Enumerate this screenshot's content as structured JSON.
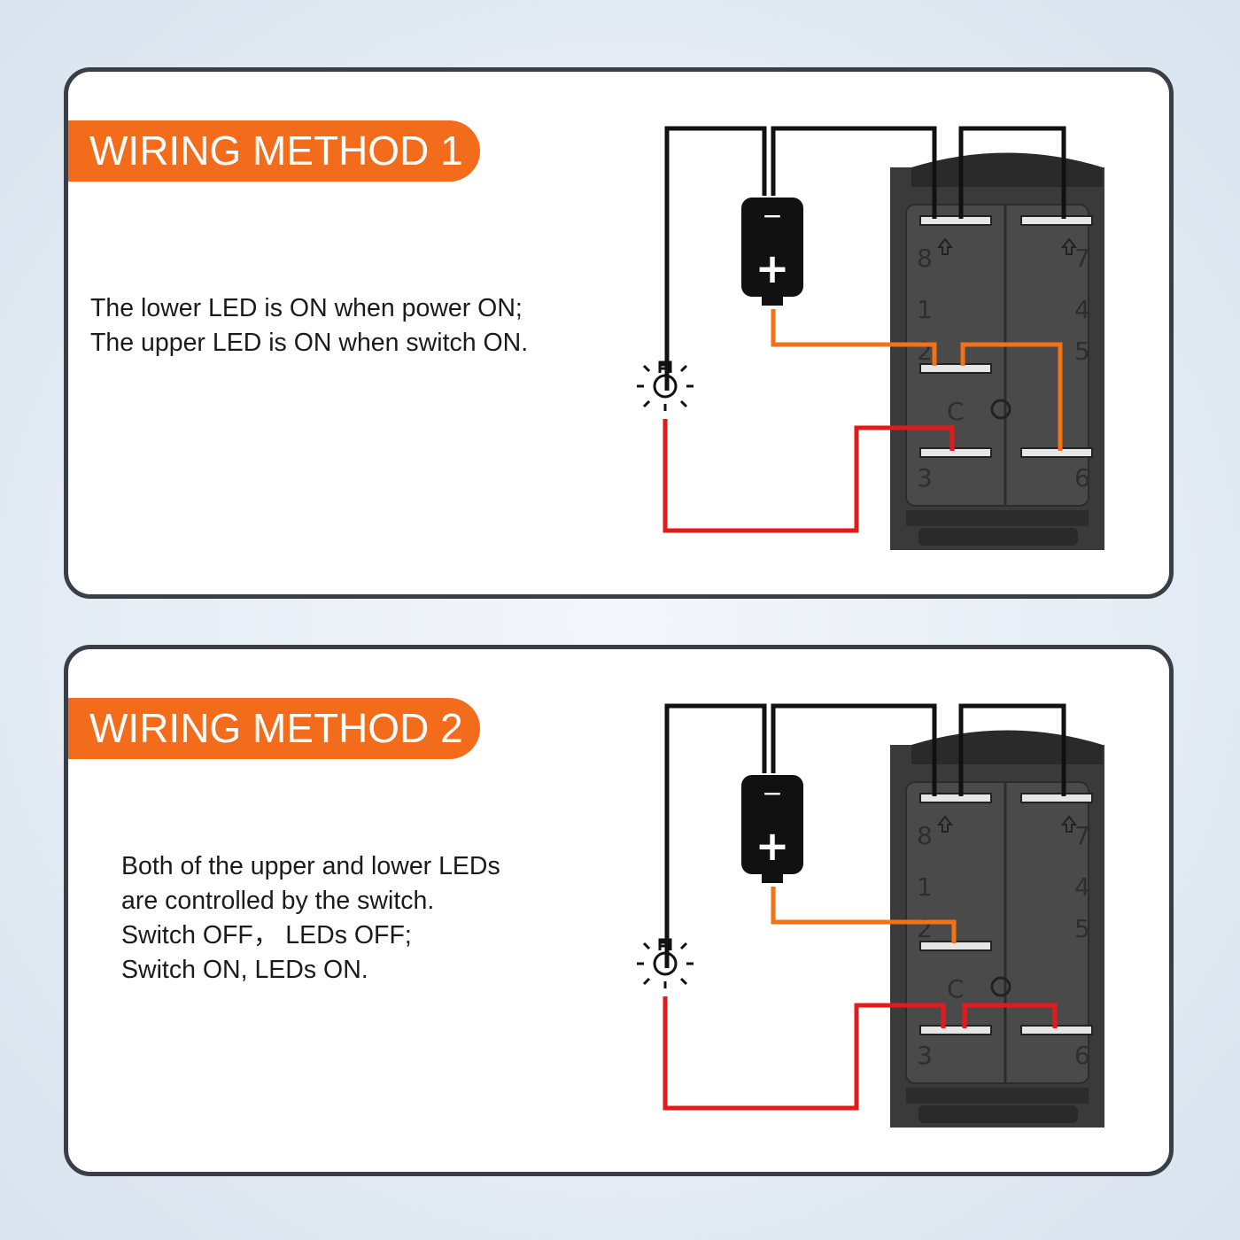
{
  "methods": [
    {
      "title": "WIRING METHOD 1",
      "description": [
        "The lower LED is ON when power ON;",
        "The upper LED is ON when switch ON."
      ]
    },
    {
      "title": "WIRING METHOD 2",
      "description": [
        "Both of the upper and lower LEDs",
        "are controlled by the switch.",
        "Switch OFF，  LEDs OFF;",
        "Switch ON, LEDs ON."
      ]
    }
  ],
  "switch_pins": {
    "p8": "8",
    "p7": "7",
    "p1": "1",
    "p4": "4",
    "p2": "2",
    "p5": "5",
    "pc": "C",
    "p3": "3",
    "p6": "6"
  },
  "battery": {
    "negative": "−",
    "positive": "+"
  },
  "colors": {
    "accent_orange": "#f26c1b",
    "wire_black": "#111111",
    "wire_orange": "#f37216",
    "wire_red": "#e5191c",
    "switch_body": "#3a3a3a",
    "panel_border": "#3a3f47"
  },
  "icons": [
    "battery-icon",
    "light-bulb-icon",
    "rocker-switch-icon",
    "arrow-up-icon"
  ]
}
